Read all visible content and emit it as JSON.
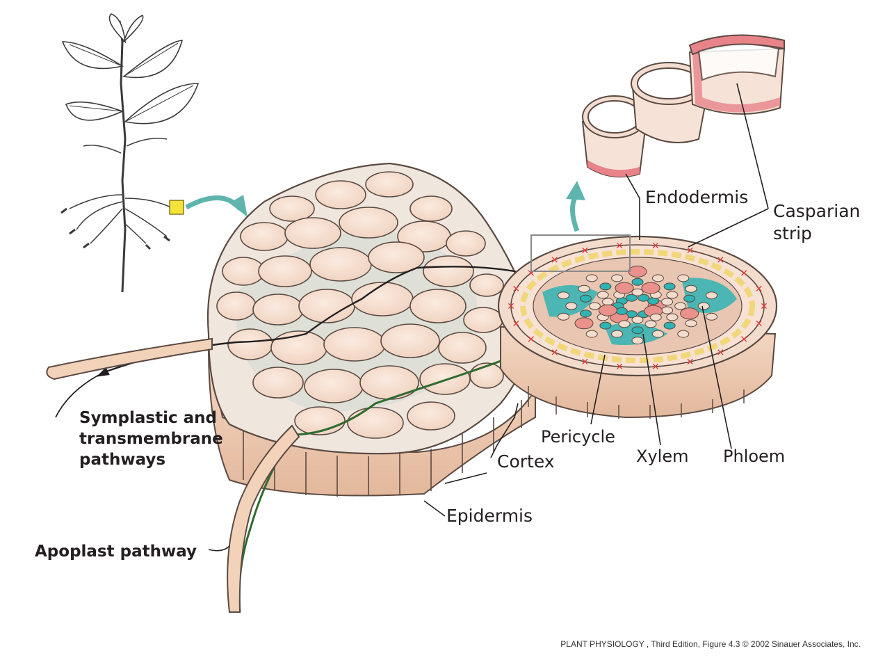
{
  "labels": {
    "endodermis": "Endodermis",
    "casparian_line1": "Casparian",
    "casparian_line2": "strip",
    "pericycle": "Pericycle",
    "xylem": "Xylem",
    "phloem": "Phloem",
    "cortex": "Cortex",
    "epidermis": "Epidermis",
    "symplastic_line1": "Symplastic and",
    "symplastic_line2": "transmembrane",
    "symplastic_line3": "pathways",
    "apoplast": "Apoplast pathway"
  },
  "credit": "PLANT PHYSIOLOGY , Third Edition, Figure 4.3  © 2002 Sinauer Associates, Inc.",
  "colors": {
    "cell_fill": "#f6dccb",
    "cell_wall": "#5a4a42",
    "tissue_bg": "#efe6de",
    "intercellular": "#cfd9cf",
    "xylem": "#2fb3b3",
    "phloem_red": "#e9918a",
    "pericycle_yellow": "#f1d77a",
    "casparian": "#e23b3b",
    "apoplast_line": "#2f6b2f",
    "arrow_teal": "#5fb5ad",
    "marker_yellow": "#f3e33a"
  },
  "icons": {
    "plant": "plant-seedling-icon",
    "zoom_arrow_1": "curved-arrow-icon",
    "zoom_arrow_2": "up-arrow-icon",
    "root_marker": "selection-square-icon"
  }
}
